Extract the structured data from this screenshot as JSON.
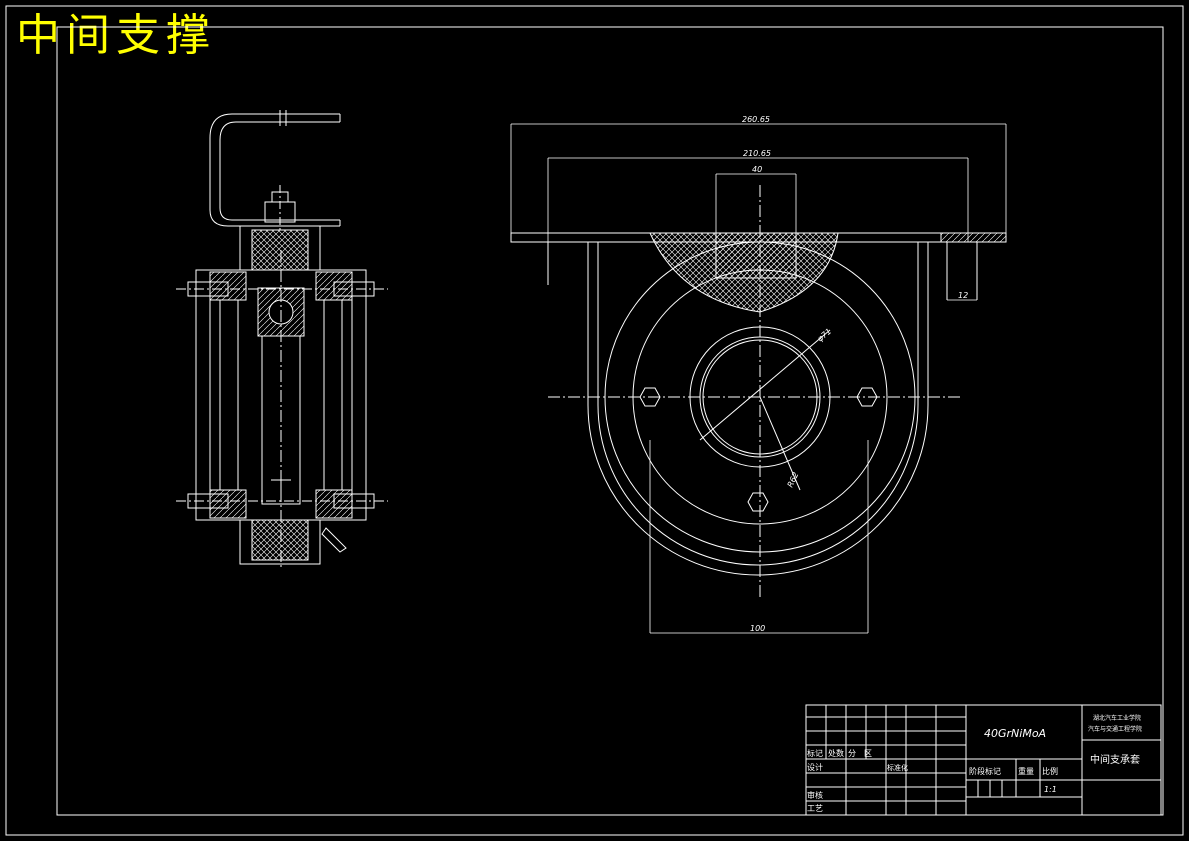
{
  "drawing": {
    "title": "中间支撑",
    "dimensions": {
      "overall_width": "260.65",
      "inner_width": "210.65",
      "center_width": "40",
      "diameter": "φ71",
      "radius": "R62",
      "flange": "12",
      "bottom_width": "100"
    },
    "title_block": {
      "material": "40GrNiMoA",
      "institution_line1": "湖北汽车工业学院",
      "institution_line2": "汽车与交通工程学院",
      "part_name": "中间支承套",
      "scale": "1:1",
      "labels": {
        "mark": "标记",
        "count": "处数",
        "zone": "分　区",
        "design": "设计",
        "standard": "标准化",
        "review": "审核",
        "process": "工艺",
        "stage_mark": "阶段标记",
        "weight": "重量",
        "ratio": "比例"
      }
    },
    "colors": {
      "background": "#000000",
      "lines": "#ffffff",
      "title_text": "#ffff00"
    }
  }
}
